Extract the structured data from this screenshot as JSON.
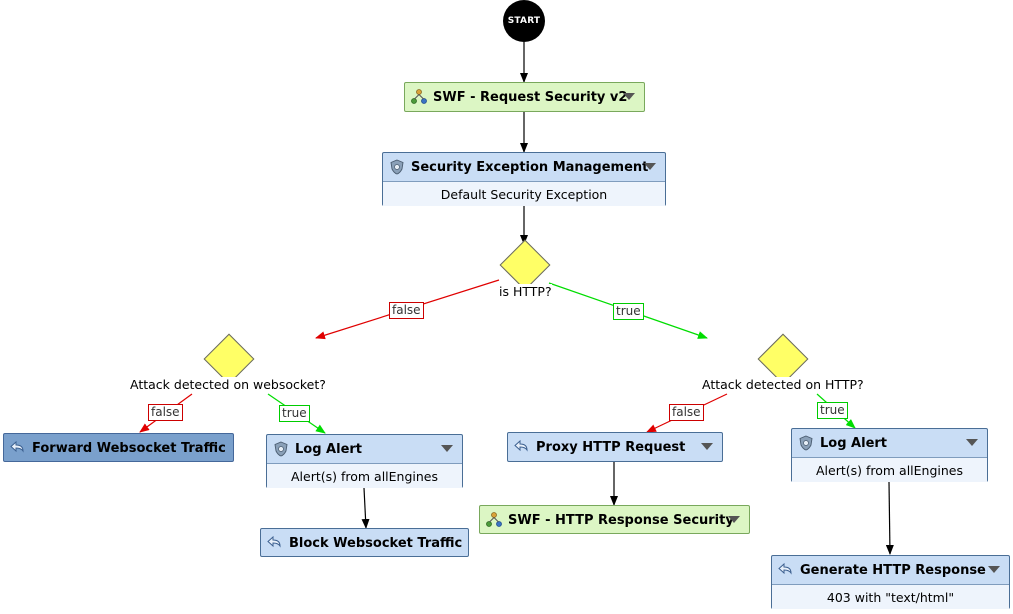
{
  "start_label": "START",
  "nodes": {
    "swf_request": {
      "title": "SWF - Request Security v2"
    },
    "sec_exception": {
      "title": "Security Exception Management",
      "sub": "Default Security Exception"
    },
    "fwd_ws": {
      "title": "Forward Websocket Traffic"
    },
    "log_alert_ws": {
      "title": "Log Alert",
      "sub": "Alert(s) from allEngines"
    },
    "block_ws": {
      "title": "Block Websocket Traffic"
    },
    "proxy_http": {
      "title": "Proxy HTTP Request"
    },
    "swf_response": {
      "title": "SWF - HTTP Response Security"
    },
    "log_alert_http": {
      "title": "Log Alert",
      "sub": "Alert(s) from allEngines"
    },
    "gen_http": {
      "title": "Generate HTTP Response",
      "sub": "403 with \"text/html\""
    }
  },
  "decisions": {
    "is_http": "is HTTP?",
    "attack_ws": "Attack detected on websocket?",
    "attack_http": "Attack detected on HTTP?"
  },
  "edge_labels": {
    "is_http_false": "false",
    "is_http_true": "true",
    "ws_false": "false",
    "ws_true": "true",
    "http_false": "false",
    "http_true": "true"
  },
  "colors": {
    "false_edge": "#e00000",
    "true_edge": "#00dd00",
    "edge": "#000000",
    "decision_fill": "#ffff66"
  }
}
